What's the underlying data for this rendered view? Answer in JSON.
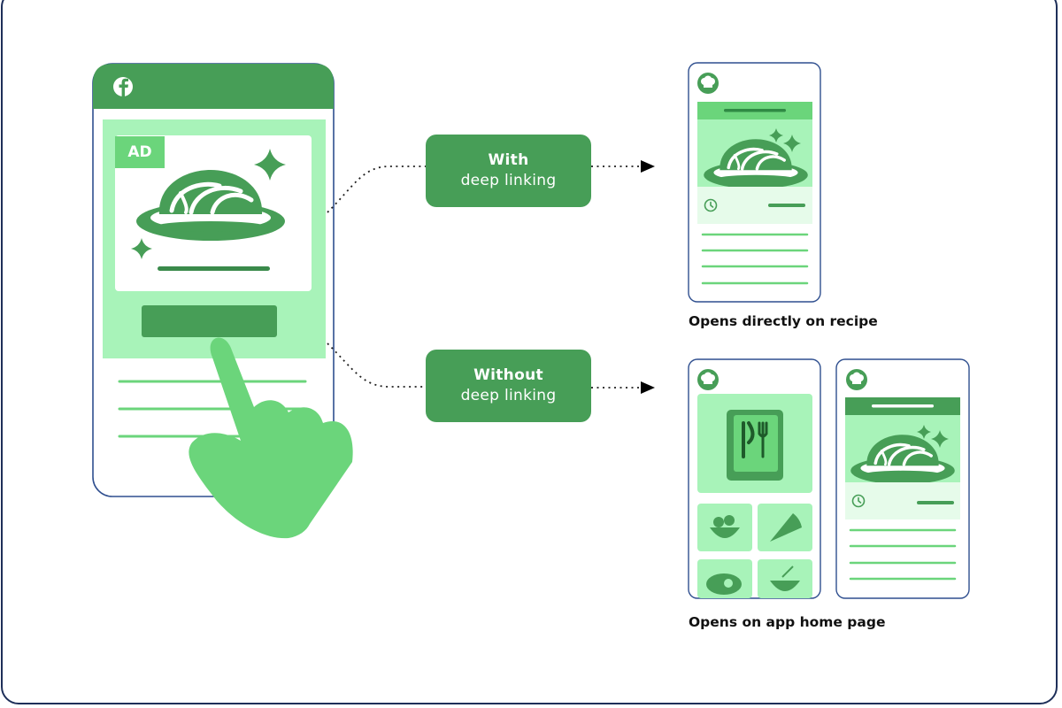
{
  "ad": {
    "tag": "AD",
    "platform_icon": "facebook-icon",
    "dish_icon": "pasta-bowl-icon"
  },
  "paths": {
    "with": {
      "line1": "With",
      "line2": "deep linking"
    },
    "without": {
      "line1": "Without",
      "line2": "deep linking"
    }
  },
  "captions": {
    "direct": "Opens directly on recipe",
    "home": "Opens on app home page"
  },
  "app": {
    "logo_icon": "chef-hat-icon",
    "home_tiles": [
      "menu-book-icon",
      "salad-bowl-icon",
      "pizza-slice-icon",
      "steak-icon",
      "rice-bowl-icon"
    ]
  },
  "colors": {
    "brand_green": "#479e57",
    "light_green": "#a8f3b9",
    "bright_green": "#6bd57b",
    "outline_navy": "#2f4f8f"
  }
}
